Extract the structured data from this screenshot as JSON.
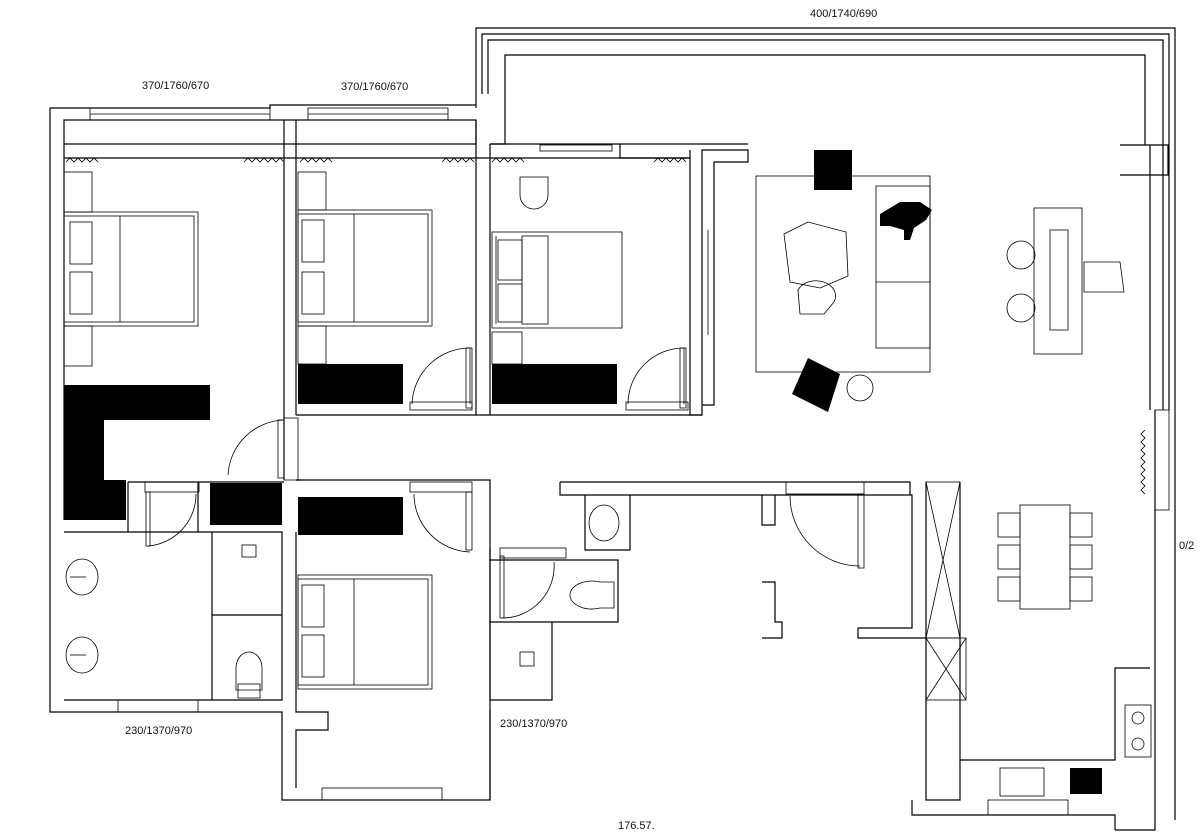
{
  "dimensions": {
    "living_top": "400/1740/690",
    "bedroom1_top": "370/1760/670",
    "bedroom2_top": "370/1760/670",
    "bath1_bottom": "230/1370/970",
    "bath2_bottom": "230/1370/970",
    "right_edge": "0/2",
    "bottom_center": "176.57."
  },
  "colors": {
    "line": "#000000",
    "background": "#ffffff",
    "fill": "#000000"
  }
}
